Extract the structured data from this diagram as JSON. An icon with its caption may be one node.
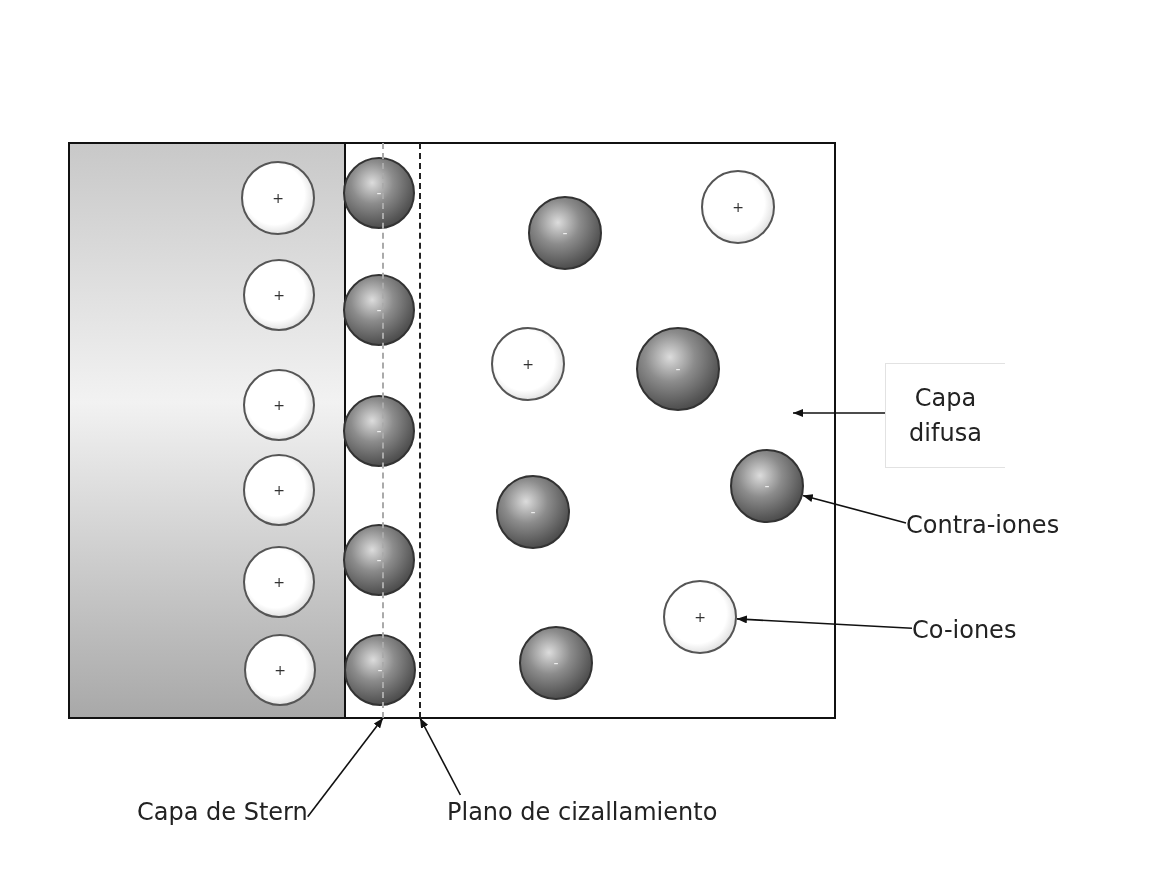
{
  "diagram": {
    "nodes": [
      {
        "text": [
          "+"
        ]
      },
      {
        "text": [
          "+"
        ]
      },
      {
        "text": [
          "+"
        ]
      },
      {
        "text": [
          "+"
        ]
      },
      {
        "text": [
          "+"
        ]
      },
      {
        "text": [
          "+"
        ]
      },
      {
        "text": [
          "-"
        ]
      },
      {
        "text": [
          "-"
        ]
      },
      {
        "text": [
          "-"
        ]
      },
      {
        "text": [
          "-"
        ]
      },
      {
        "text": [
          "-"
        ]
      },
      {
        "text": [
          "+"
        ]
      },
      {
        "text": [
          "-"
        ]
      },
      {
        "text": [
          "+"
        ]
      },
      {
        "text": [
          "-"
        ]
      },
      {
        "text": [
          "-"
        ]
      },
      {
        "text": [
          "-"
        ]
      },
      {
        "text": [
          "+"
        ]
      },
      {
        "text": [
          "-"
        ]
      },
      {
        "text": [
          "Capa difusa"
        ]
      },
      {
        "text": [
          "Contra-iones"
        ]
      },
      {
        "text": [
          "Co-iones"
        ]
      },
      {
        "text": [
          "Capa de Stern"
        ]
      },
      {
        "text": [
          "Plano de cizallamiento"
        ]
      },
      {
        "text": [],
        "shape": "line"
      },
      {
        "text": [],
        "shape": "line"
      }
    ],
    "edges": [
      {
        "from": 19,
        "to": null,
        "arrow": "to"
      },
      {
        "from": 20,
        "to": 15,
        "arrow": "to"
      },
      {
        "from": 21,
        "to": 17,
        "arrow": "to"
      },
      {
        "from": 22,
        "to": 24,
        "arrow": "to"
      },
      {
        "from": 23,
        "to": 25,
        "arrow": "to"
      }
    ]
  }
}
